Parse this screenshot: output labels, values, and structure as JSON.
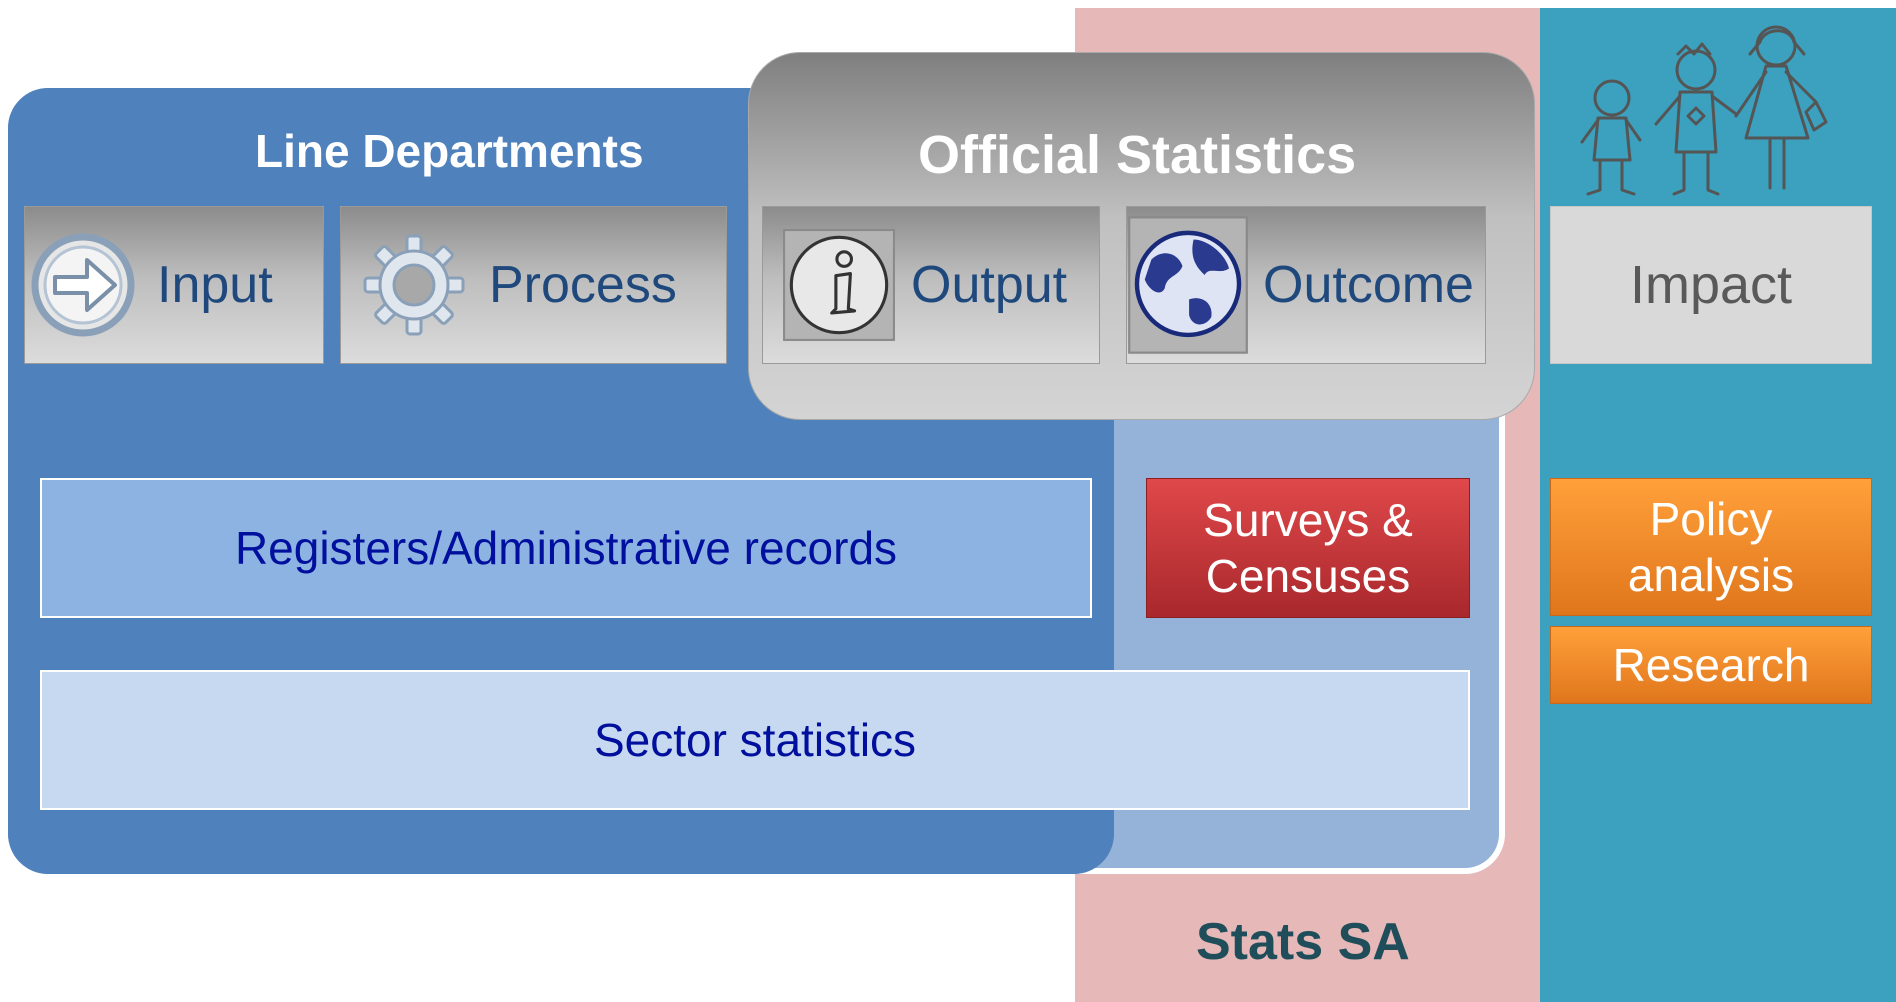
{
  "line_departments": {
    "title": "Line Departments"
  },
  "official_statistics": {
    "title": "Official Statistics"
  },
  "stages": {
    "input": "Input",
    "process": "Process",
    "output": "Output",
    "outcome": "Outcome",
    "impact": "Impact"
  },
  "sources": {
    "registers": "Registers/Administrative records",
    "surveys_line1": "Surveys &",
    "surveys_line2": "Censuses",
    "sector": "Sector statistics"
  },
  "uses": {
    "policy_line1": "Policy",
    "policy_line2": "analysis",
    "research": "Research"
  },
  "stats_sa": {
    "label": "Stats SA"
  },
  "colors": {
    "line_departments": "#4f81bd",
    "stats_sa_region": "#95b3d9",
    "stats_sa_column": "#e6b8b8",
    "impact_column": "#3ba1bf",
    "surveys": "#c0393b",
    "policy": "#f28c28"
  },
  "icons": [
    "arrow-right-circle-icon",
    "gear-icon",
    "info-icon",
    "globe-icon",
    "family-drawing-icon"
  ]
}
